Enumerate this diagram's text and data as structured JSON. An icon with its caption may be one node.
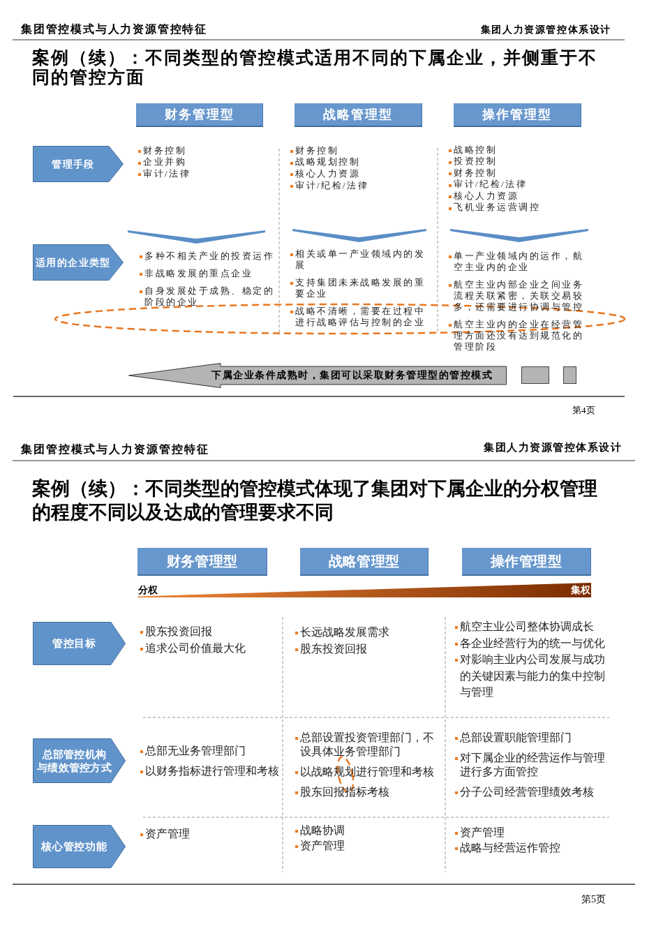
{
  "diagram": {
    "title": "案例（续）：不同类型的管控模式适用不同的下属企业，并侧重于不同的管控方面",
    "nodes": [
      {
        "text": [
          "财务管理型"
        ]
      },
      {
        "text": [
          "战略管理型"
        ]
      },
      {
        "text": [
          "操作管理型"
        ]
      },
      {
        "text": [
          "管理手段"
        ]
      },
      {
        "text": [
          "适用的企业类型"
        ]
      },
      {
        "text": [
          "下属企业条件成熟时，集团可以采取财务管理型的管控模式"
        ]
      },
      {
        "text": [],
        "shape": "box"
      },
      {
        "text": [],
        "shape": "box"
      },
      {
        "text": [
          "财务管理型"
        ]
      },
      {
        "text": [
          "战略管理型"
        ]
      },
      {
        "text": [
          "操作管理型"
        ]
      },
      {
        "text": [
          "分权",
          "集权"
        ]
      },
      {
        "text": [
          "管控目标"
        ]
      },
      {
        "text": [
          "总部管控机构与绩效管控方式"
        ]
      },
      {
        "text": [
          "核心管控功能"
        ]
      }
    ],
    "labels": [
      "集团管控模式与人力资源管控特征",
      "集团人力资源管控体系设计",
      "财务控制",
      "企业并购",
      "审计/法律",
      "财务控制",
      "战略规划控制",
      "核心人力资源",
      "审计/纪检/法律",
      "战略控制",
      "投资控制",
      "财务控制",
      "审计/纪检/法律",
      "核心人力资源",
      "飞机业务运营调控",
      "多种不相关产业的投资运作",
      "非战略发展的重点企业",
      "自身发展处于成熟、稳定的阶段的企业",
      "相关或单一产业领域内的发展",
      "支持集团未来战略发展的重要企业",
      "战略不清晰，需要在过程中进行战略评估与控制的企业",
      "单一产业领域内的运作，航空主业内的企业",
      "航空主业内部企业之间业务流程关联紧密，关联交易较多，还需要进行协调与管控",
      "航空主业内的企业在经营管理方面还没有达到规范化的管理阶段",
      "第4页",
      "集团管控模式与人力资源管控特征",
      "集团人力资源管控体系设计",
      "案例（续）：不同类型的管控模式体现了集团对下属企业的分权管理的程度不同以及达成的管理要求不同",
      "股东投资回报",
      "追求公司价值最大化",
      "长远战略发展需求",
      "股东投资回报",
      "航空主业公司整体协调成长",
      "各企业经营行为的统一与优化",
      "对影响主业内公司发展与成功的关键因素与能力的集中控制与管理",
      "总部无业务管理部门",
      "以财务指标进行管理和考核",
      "总部设置投资管理部门，不设具体业务管理部门",
      "以战略规划进行管理和考核",
      "股东回报指标考核",
      "总部设置职能管理部门",
      "对下属企业的经营运作与管理进行多方面管控",
      "分子公司经营管理绩效考核",
      "资产管理",
      "战略协调",
      "资产管理",
      "资产管理",
      "战略与经营运作管控",
      "第5页"
    ]
  }
}
